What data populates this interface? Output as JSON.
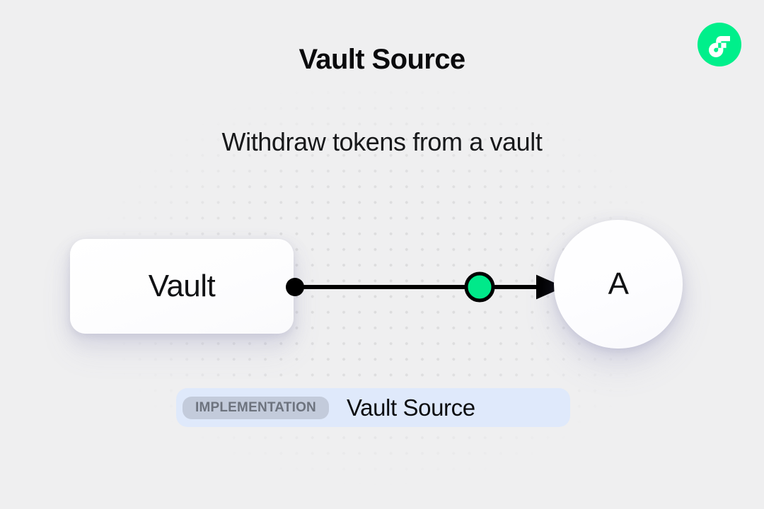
{
  "page": {
    "title": "Vault Source",
    "subtitle": "Withdraw tokens from a vault",
    "background_color": "#efeff0",
    "dot_grid_color": "#dcdcdd"
  },
  "brand": {
    "logo_icon": "flow-logo-icon",
    "logo_background": "#00ef8b",
    "logo_mark_color": "#ffffff"
  },
  "diagram": {
    "type": "flow",
    "nodes": [
      {
        "id": "vault",
        "label": "Vault",
        "shape": "rounded-rect",
        "fill": "#ffffff"
      },
      {
        "id": "account",
        "label": "A",
        "shape": "circle",
        "fill": "#ffffff"
      }
    ],
    "edges": [
      {
        "from": "vault",
        "to": "account",
        "source_port_color": "#000000",
        "midpoint_marker_color": "#00e98a",
        "line_color": "#000000",
        "arrow_direction": "right"
      }
    ]
  },
  "footer": {
    "tag_label": "IMPLEMENTATION",
    "tag_background": "#c3cbdb",
    "tag_text_color": "#6d737e",
    "name": "Vault Source",
    "container_background": "#dfe9fb"
  }
}
